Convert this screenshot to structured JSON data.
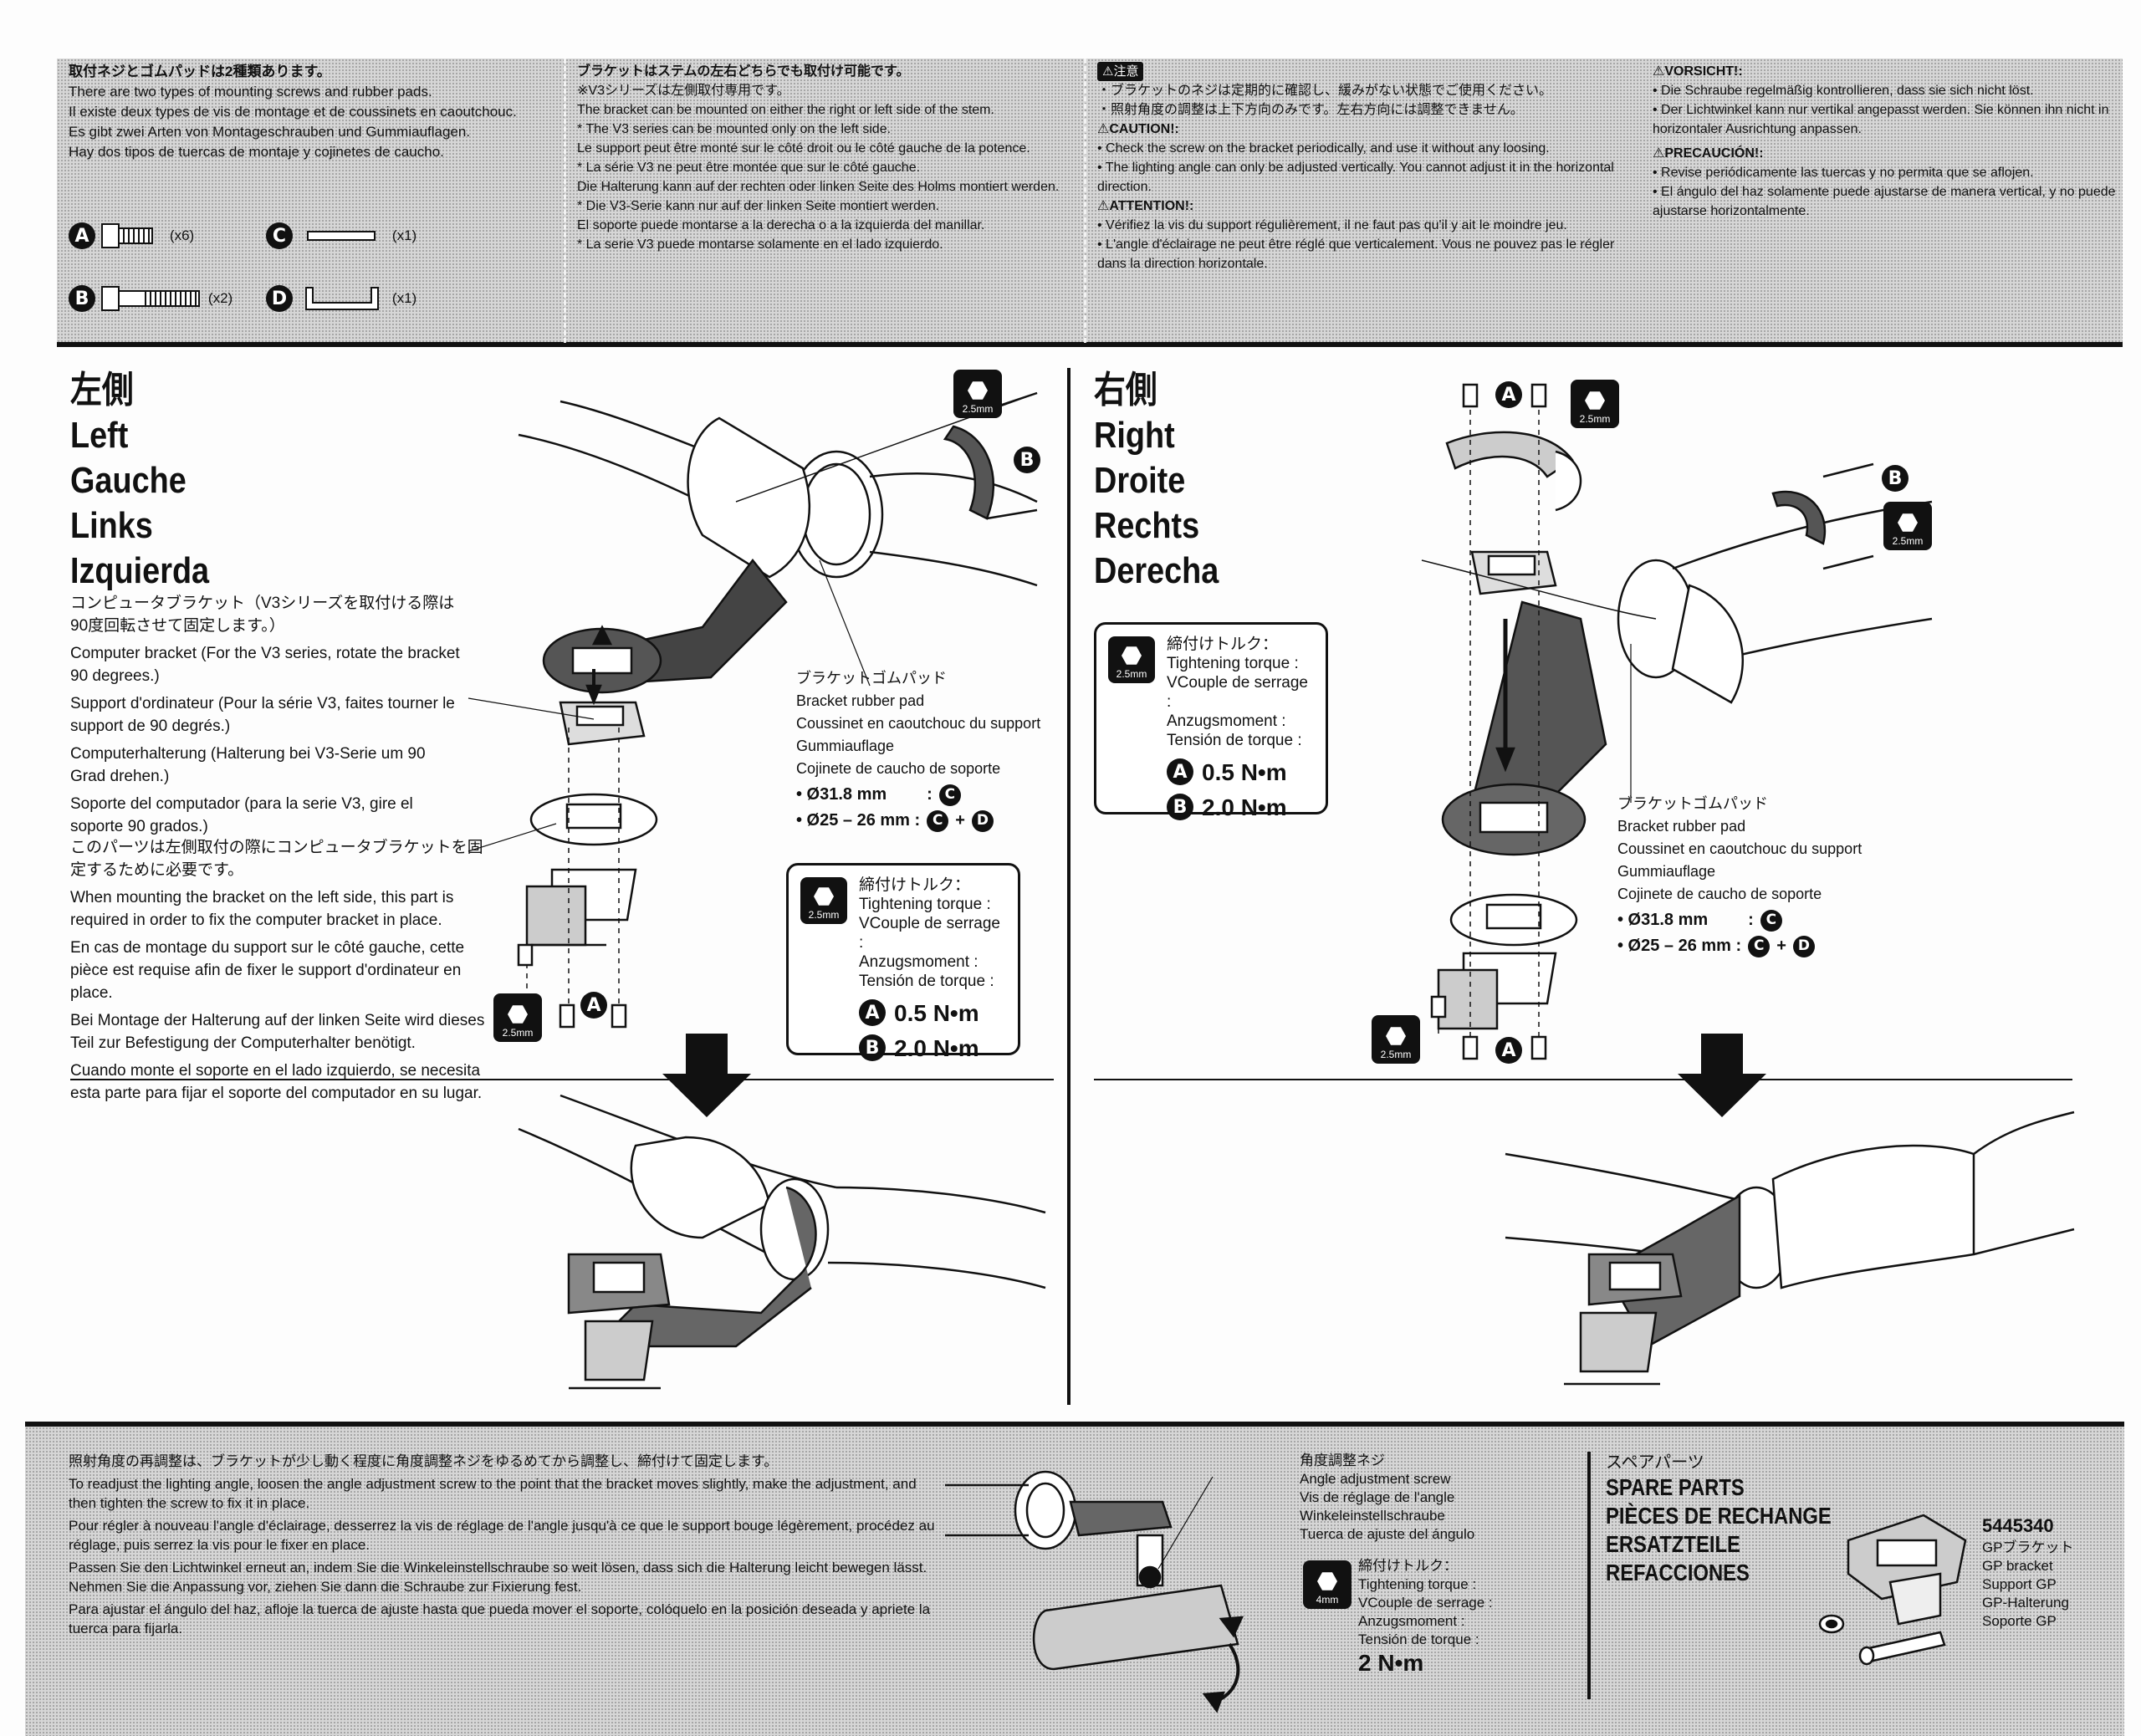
{
  "parts": {
    "intro": [
      "取付ネジとゴムパッドは2種類あります。",
      "There are two types of mounting screws and rubber pads.",
      "Il existe deux types de vis de montage et de coussinets en caoutchouc.",
      "Es gibt zwei Arten von Montageschrauben und Gummiauflagen.",
      "Hay dos tipos de tuercas de montaje y cojinetes de caucho."
    ],
    "a_letter": "A",
    "a_qty": "(x6)",
    "b_letter": "B",
    "b_qty": "(x2)",
    "c_letter": "C",
    "c_qty": "(x1)",
    "d_letter": "D",
    "d_qty": "(x1)"
  },
  "bracket_info": [
    "ブラケットはステムの左右どちらでも取付け可能です。",
    "※V3シリーズは左側取付専用です。",
    "The bracket can be mounted on either the right or left side of the stem.",
    "* The V3 series can be mounted only on the left side.",
    "Le support peut être monté sur le côté droit ou le côté gauche de la potence.",
    "* La série V3 ne peut être montée que sur le côté gauche.",
    "Die Halterung kann auf der rechten oder linken Seite des Holms montiert werden.",
    "* Die V3-Serie kann nur auf der linken Seite montiert werden.",
    "El soporte puede montarse a la derecha o a la izquierda del manillar.",
    "* La serie V3 puede montarse solamente en el lado izquierdo."
  ],
  "caution": {
    "jp_head": "⚠注意",
    "jp": [
      "・ブラケットのネジは定期的に確認し、緩みがない状態でご使用ください。",
      "・照射角度の調整は上下方向のみです。左右方向には調整できません。"
    ],
    "en_head": "⚠CAUTION!:",
    "en": [
      "• Check the screw on the bracket periodically, and use it without any loosing.",
      "• The lighting angle can only be adjusted vertically. You cannot adjust it in the horizontal direction."
    ],
    "fr_head": "⚠ATTENTION!:",
    "fr": [
      "• Vérifiez la vis du support régulièrement, il ne faut pas qu'il y ait le moindre jeu.",
      "• L'angle d'éclairage ne peut être réglé que verticalement. Vous ne pouvez pas le régler dans la direction horizontale."
    ],
    "de_head": "⚠VORSICHT!:",
    "de": [
      "• Die Schraube regelmäßig kontrollieren, dass sie sich nicht löst.",
      "• Der Lichtwinkel kann nur vertikal angepasst werden. Sie können ihn nicht in horizontaler Ausrichtung anpassen."
    ],
    "es_head": "⚠PRECAUCIÓN!:",
    "es": [
      "• Revise periódicamente las tuercas y no permita que se aflojen.",
      "• El ángulo del haz solamente puede ajustarse de manera vertical, y no puede ajustarse horizontalmente."
    ]
  },
  "left": {
    "titles": [
      "左側",
      "Left",
      "Gauche",
      "Links",
      "Izquierda"
    ],
    "computer_bracket": [
      "コンピュータブラケット（V3シリーズを取付ける際は90度回転させて固定します。）",
      "Computer bracket (For the V3 series, rotate the bracket 90 degrees.)",
      "Support d'ordinateur (Pour la série V3, faites tourner le support de 90 degrés.)",
      "Computerhalterung (Halterung bei V3-Serie um 90 Grad drehen.)",
      "Soporte del computador (para la serie V3, gire el soporte 90 grados.)"
    ],
    "part_required": [
      "このパーツは左側取付の際にコンピュータブラケットを固定するために必要です。",
      "When mounting the bracket on the left side, this part is required in order to fix the computer bracket in place.",
      "En cas de montage du support sur le côté gauche, cette pièce est requise afin de fixer le support d'ordinateur en place.",
      "Bei Montage der Halterung auf der linken Seite wird dieses Teil zur Befestigung der Computerhalter benötigt.",
      "Cuando monte el soporte en el lado izquierdo, se necesita esta parte para fijar el soporte del computador en su lugar."
    ]
  },
  "right": {
    "titles": [
      "右側",
      "Right",
      "Droite",
      "Rechts",
      "Derecha"
    ]
  },
  "rubber_pad": {
    "lines": [
      "ブラケットゴムパッド",
      "Bracket rubber pad",
      "Coussinet en caoutchouc du support",
      "Gummiauflage",
      "Cojinete de caucho de soporte"
    ],
    "size1": "• Ø31.8 mm",
    "size1_sep": ":",
    "size2": "• Ø25 – 26 mm :",
    "plus": "+"
  },
  "torque": {
    "lines": [
      "締付けトルク：",
      "Tightening torque :",
      "VCouple de serrage :",
      "Anzugsmoment :",
      "Tensión de torque :"
    ],
    "a": "0.5 N•m",
    "b": "2.0 N•m"
  },
  "tool": {
    "size": "2.5",
    "unit": "mm",
    "size_adjust": "4",
    "unit_adjust": "mm"
  },
  "readjust": [
    "照射角度の再調整は、ブラケットが少し動く程度に角度調整ネジをゆるめてから調整し、締付けて固定します。",
    "To readjust the lighting angle, loosen the angle adjustment screw to the point that the bracket moves slightly, make the adjustment, and then tighten the screw to fix it in place.",
    "Pour régler à nouveau l'angle d'éclairage, desserrez la vis de réglage de l'angle jusqu'à ce que le support bouge légèrement, procédez au réglage, puis serrez la vis pour le fixer en place.",
    "Passen Sie den Lichtwinkel erneut an, indem Sie die Winkeleinstellschraube so weit lösen, dass sich die Halterung leicht bewegen lässt. Nehmen Sie die Anpassung vor, ziehen Sie dann die Schraube zur Fixierung fest.",
    "Para ajustar el ángulo del haz, afloje la tuerca de ajuste hasta que pueda mover el soporte, colóquelo en la posición deseada y apriete la tuerca para fijarla."
  ],
  "angle_screw": {
    "lines": [
      "角度調整ネジ",
      "Angle adjustment screw",
      "Vis de réglage de l'angle",
      "Winkeleinstellschraube",
      "Tuerca de ajuste del ángulo"
    ],
    "torque_lines": [
      "締付けトルク：",
      "Tightening torque :",
      "VCouple de serrage :",
      "Anzugsmoment :",
      "Tensión de torque :"
    ],
    "torque_value": "2 N•m"
  },
  "spare": {
    "jp": "スペアパーツ",
    "titles": [
      "SPARE PARTS",
      "PIÈCES DE RECHANGE",
      "ERSATZTEILE",
      "REFACCIONES"
    ],
    "code": "5445340",
    "names": [
      "GPブラケット",
      "GP bracket",
      "Support GP",
      "GP-Halterung",
      "Soporte GP"
    ]
  }
}
